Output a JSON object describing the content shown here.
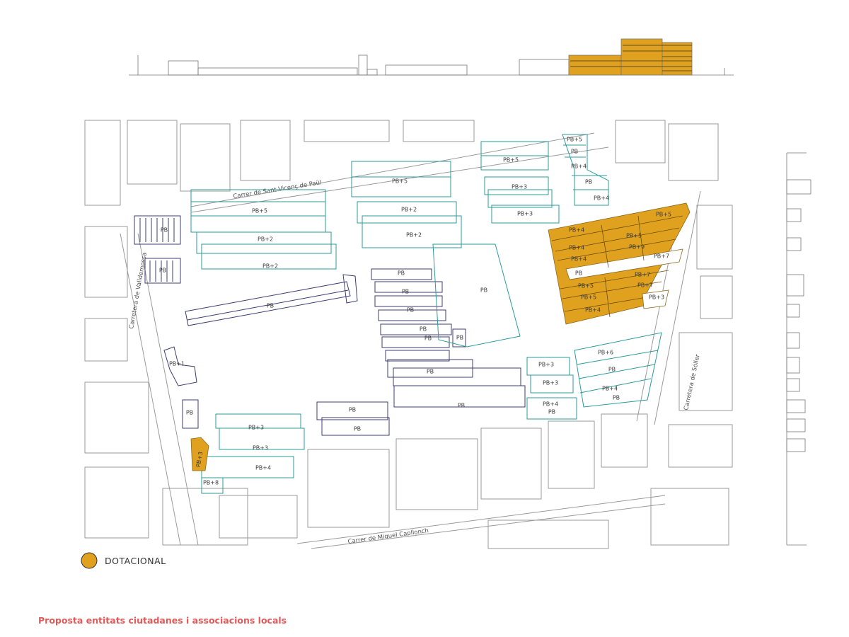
{
  "colors": {
    "proposed": "#2b9b9b",
    "existing": "#3c3c72",
    "dotacional": "#e0a11e",
    "context": "#9a9a9a"
  },
  "streets": {
    "north": "Carrer de Sant Vicenç de Paül",
    "west": "Carretera de Valldemossa",
    "east": "Carretera de Sóller",
    "south": "Carrer de Miquel Capllonch"
  },
  "labels": {
    "pb": "PB",
    "pb1": "PB+1",
    "pb2": "PB+2",
    "pb3": "PB+3",
    "pb4": "PB+4",
    "pb5": "PB+5",
    "pb6": "PB+6",
    "pb7": "PB+7",
    "pb8": "PB+8",
    "pb9": "PB+9"
  },
  "legend": {
    "label": "DOTACIONAL"
  },
  "caption": "Proposta entitats ciutadanes i associacions locals"
}
